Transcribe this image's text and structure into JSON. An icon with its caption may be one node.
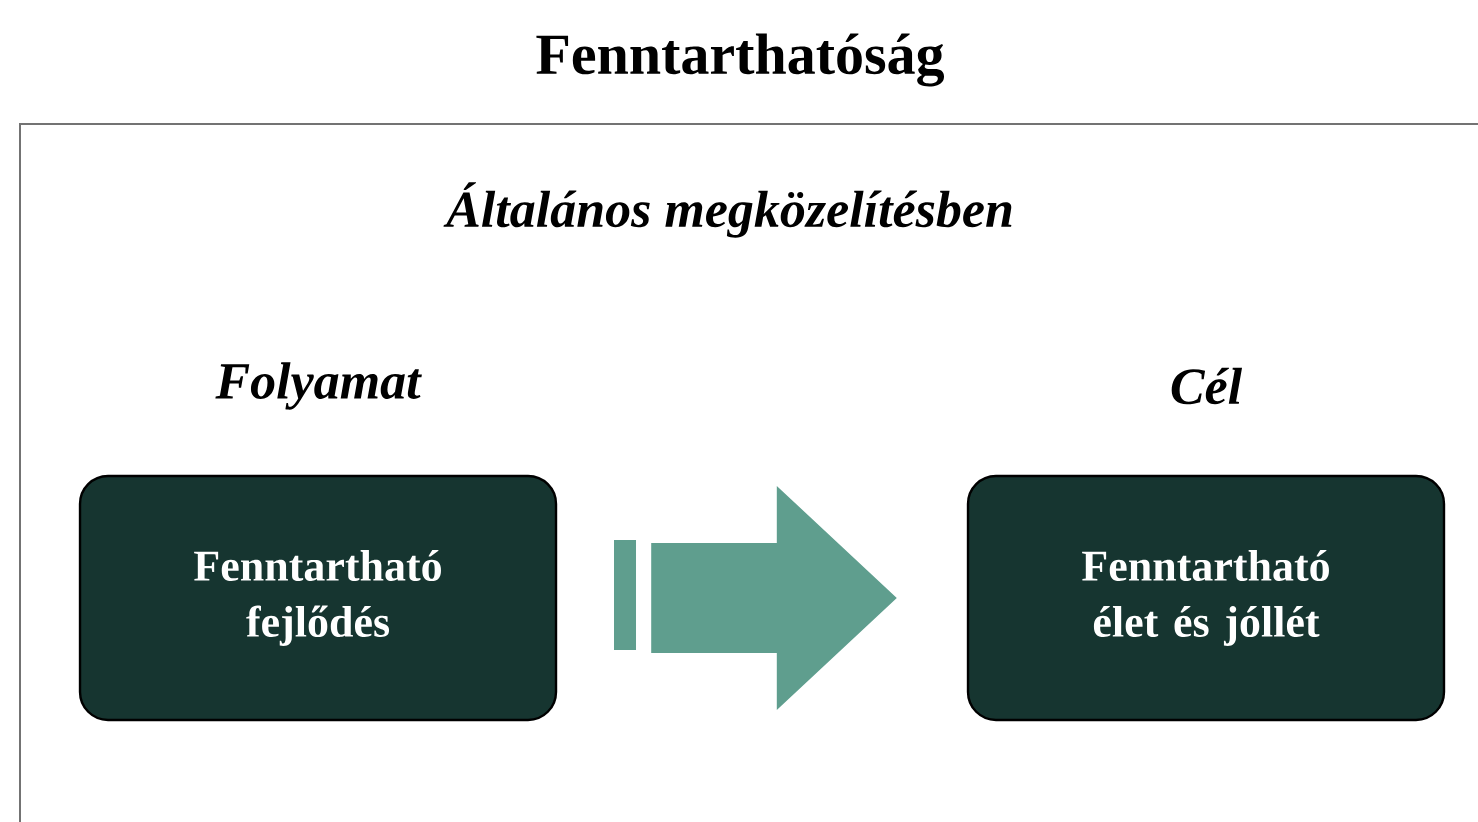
{
  "diagram": {
    "title": "Fenntarthatóság",
    "nodes": [
      {
        "text": [
          "Folyamat",
          "Fenntartható fejlődés"
        ]
      },
      {
        "text": [
          "Cél",
          "Fenntartható élet és jóllét"
        ]
      }
    ],
    "edges": [
      {
        "from": 0,
        "to": 1,
        "arrow": "to"
      }
    ],
    "labels": [
      "Általános megközelítésben"
    ]
  }
}
